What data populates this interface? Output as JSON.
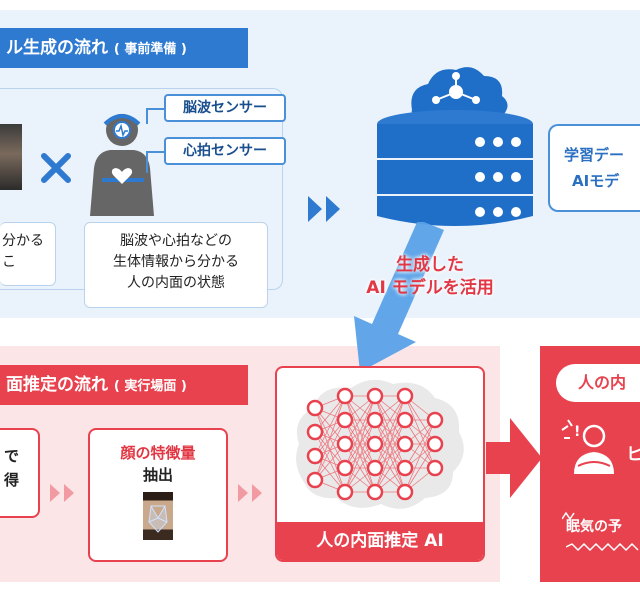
{
  "top": {
    "header": "ル生成の流れ",
    "header_sub": "( 事前準備 )",
    "sensor_brain": "脳波センサー",
    "sensor_heart": "心拍センサー",
    "left_box_line1": "分かる",
    "left_box_line2": "こ",
    "bio_line1": "脳波や心拍などの",
    "bio_line2": "生体情報から分かる",
    "bio_line3": "人の内面の状態",
    "learn_line1": "学習デー",
    "learn_line2": "AIモデ"
  },
  "middle": {
    "use_line1": "生成した",
    "use_line2": "AI モデルを活用"
  },
  "bottom": {
    "header": "面推定の流れ",
    "header_sub": "( 実行場面 )",
    "left_line1": "で",
    "left_line2": "得",
    "feature_title": "顔の特徴量",
    "feature_sub": "抽出",
    "ai_label": "人の内面推定 AI",
    "result_title": "人の内",
    "result_line1": "ヒ",
    "result_line2": "眠気の予"
  },
  "colors": {
    "blue": "#2e7ad1",
    "red": "#e8424e",
    "light_blue": "#eaf3fb",
    "light_pink": "#fbe5e7"
  }
}
